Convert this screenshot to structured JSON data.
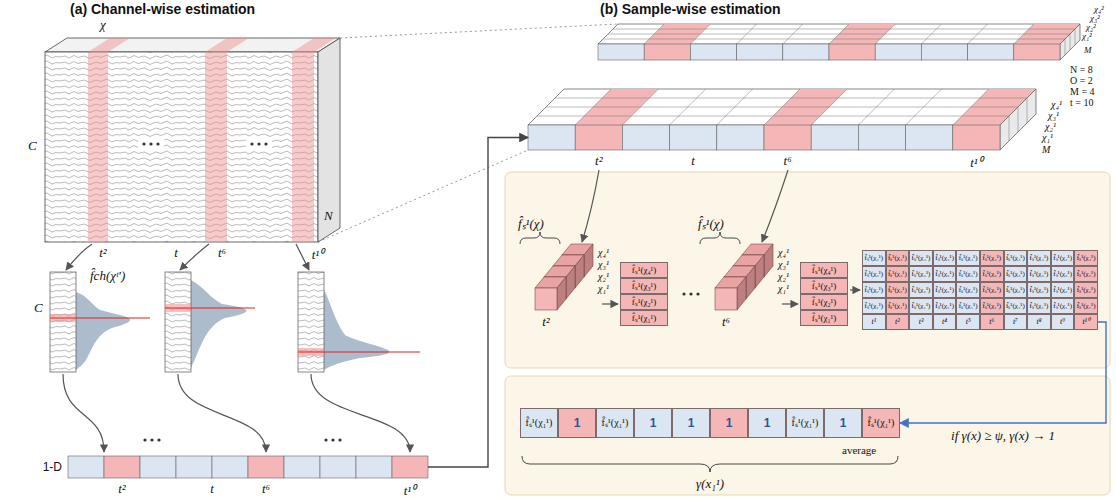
{
  "diagram": {
    "nodes": [
      {
        "text": [
          "1-D",
          "t²",
          "t",
          "t⁶",
          "t¹⁰"
        ]
      },
      {
        "text": [
          "χ₄¹",
          "χ₃¹",
          "χ₂¹",
          "χ₁¹",
          "M",
          "t²",
          "t",
          "t⁶",
          "t¹⁰"
        ]
      },
      {
        "text": [
          "f̂ₛ¹(χ₄¹)",
          "f̂ₛ¹(χ₄¹)",
          "f̂ₛ¹(χ₄¹)",
          "f̂ₛ¹(χ₄¹)",
          "f̂ₛ¹(χ₄¹)",
          "f̂ₛ¹(χ₄¹)",
          "f̂ₛ¹(χ₄¹)",
          "f̂ₛ¹(χ₄¹)",
          "f̂ₛ¹(χ₄¹)",
          "f̂ₛ¹(χ₄¹)",
          "f̂ₛ¹(χ₃¹)",
          "f̂ₛ¹(χ₃¹)",
          "f̂ₛ¹(χ₃¹)",
          "f̂ₛ¹(χ₃¹)",
          "f̂ₛ¹(χ₃¹)",
          "f̂ₛ¹(χ₃¹)",
          "f̂ₛ¹(χ₃¹)",
          "f̂ₛ¹(χ₃¹)",
          "f̂ₛ¹(χ₃¹)",
          "f̂ₛ¹(χ₃¹)",
          "f̂ₛ¹(χ₂¹)",
          "f̂ₛ¹(χ₂¹)",
          "f̂ₛ¹(χ₂¹)",
          "f̂ₛ¹(χ₂¹)",
          "f̂ₛ¹(χ₂¹)",
          "f̂ₛ¹(χ₂¹)",
          "f̂ₛ¹(χ₂¹)",
          "f̂ₛ¹(χ₂¹)",
          "f̂ₛ¹(χ₂¹)",
          "f̂ₛ¹(χ₂¹)",
          "f̂ₛ¹(χ₁¹)",
          "f̂ₛ¹(χ₁¹)",
          "f̂ₛ¹(χ₁¹)",
          "f̂ₛ¹(χ₁¹)",
          "f̂ₛ¹(χ₁¹)",
          "f̂ₛ¹(χ₁¹)",
          "f̂ₛ¹(χ₁¹)",
          "f̂ₛ¹(χ₁¹)",
          "f̂ₛ¹(χ₁¹)",
          "f̂ₛ¹(χ₁¹)",
          "t¹",
          "t²",
          "t³",
          "t⁴",
          "t⁵",
          "t⁶",
          "t⁷",
          "t⁸",
          "t⁹",
          "t¹⁰"
        ]
      },
      {
        "text": [
          "f̂ₛ¹(χ₁¹)",
          "1",
          "f̂ₛ¹(χ₁¹)",
          "1",
          "1",
          "1",
          "1",
          "f̂ₛ¹(χ₁¹)",
          "1",
          "f̂ₛ¹(χ₁¹)"
        ]
      }
    ],
    "edges": [
      {
        "from": 0,
        "to": 1,
        "arrow": "to"
      },
      {
        "from": 2,
        "to": 3,
        "arrow": "to",
        "label": "if γ(x) ≥ ψ, γ(x) → 1"
      }
    ],
    "labels": [
      "(a) Channel-wise estimation",
      "(b) Sample-wise estimation",
      "χ",
      "C",
      "t²",
      "t",
      "t⁶",
      "t¹⁰",
      "N",
      "C",
      "f̂ch(χᵗ′)",
      "χ₄²",
      "χ₃²",
      "χ₂²",
      "χ₁²",
      "M",
      "N = 8",
      "O = 2",
      "M = 4",
      "t = 10",
      "f̂ₛ¹(χ)",
      "χ₄¹",
      "χ₃¹",
      "χ₂¹",
      "χ₁¹",
      "t²",
      "f̂ₛ¹(χ₄¹)",
      "f̂ₛ¹(χ₃¹)",
      "f̂ₛ¹(χ₂¹)",
      "f̂ₛ¹(χ₁¹)",
      "f̂ₛ¹(χ)",
      "χ₄¹",
      "χ₃¹",
      "χ₂¹",
      "χ₁¹",
      "t⁶",
      "f̂ₛ¹(χ₄¹)",
      "f̂ₛ¹(χ₃¹)",
      "f̂ₛ¹(χ₂¹)",
      "f̂ₛ¹(χ₁¹)",
      "average",
      "γ(x₁¹)"
    ]
  }
}
